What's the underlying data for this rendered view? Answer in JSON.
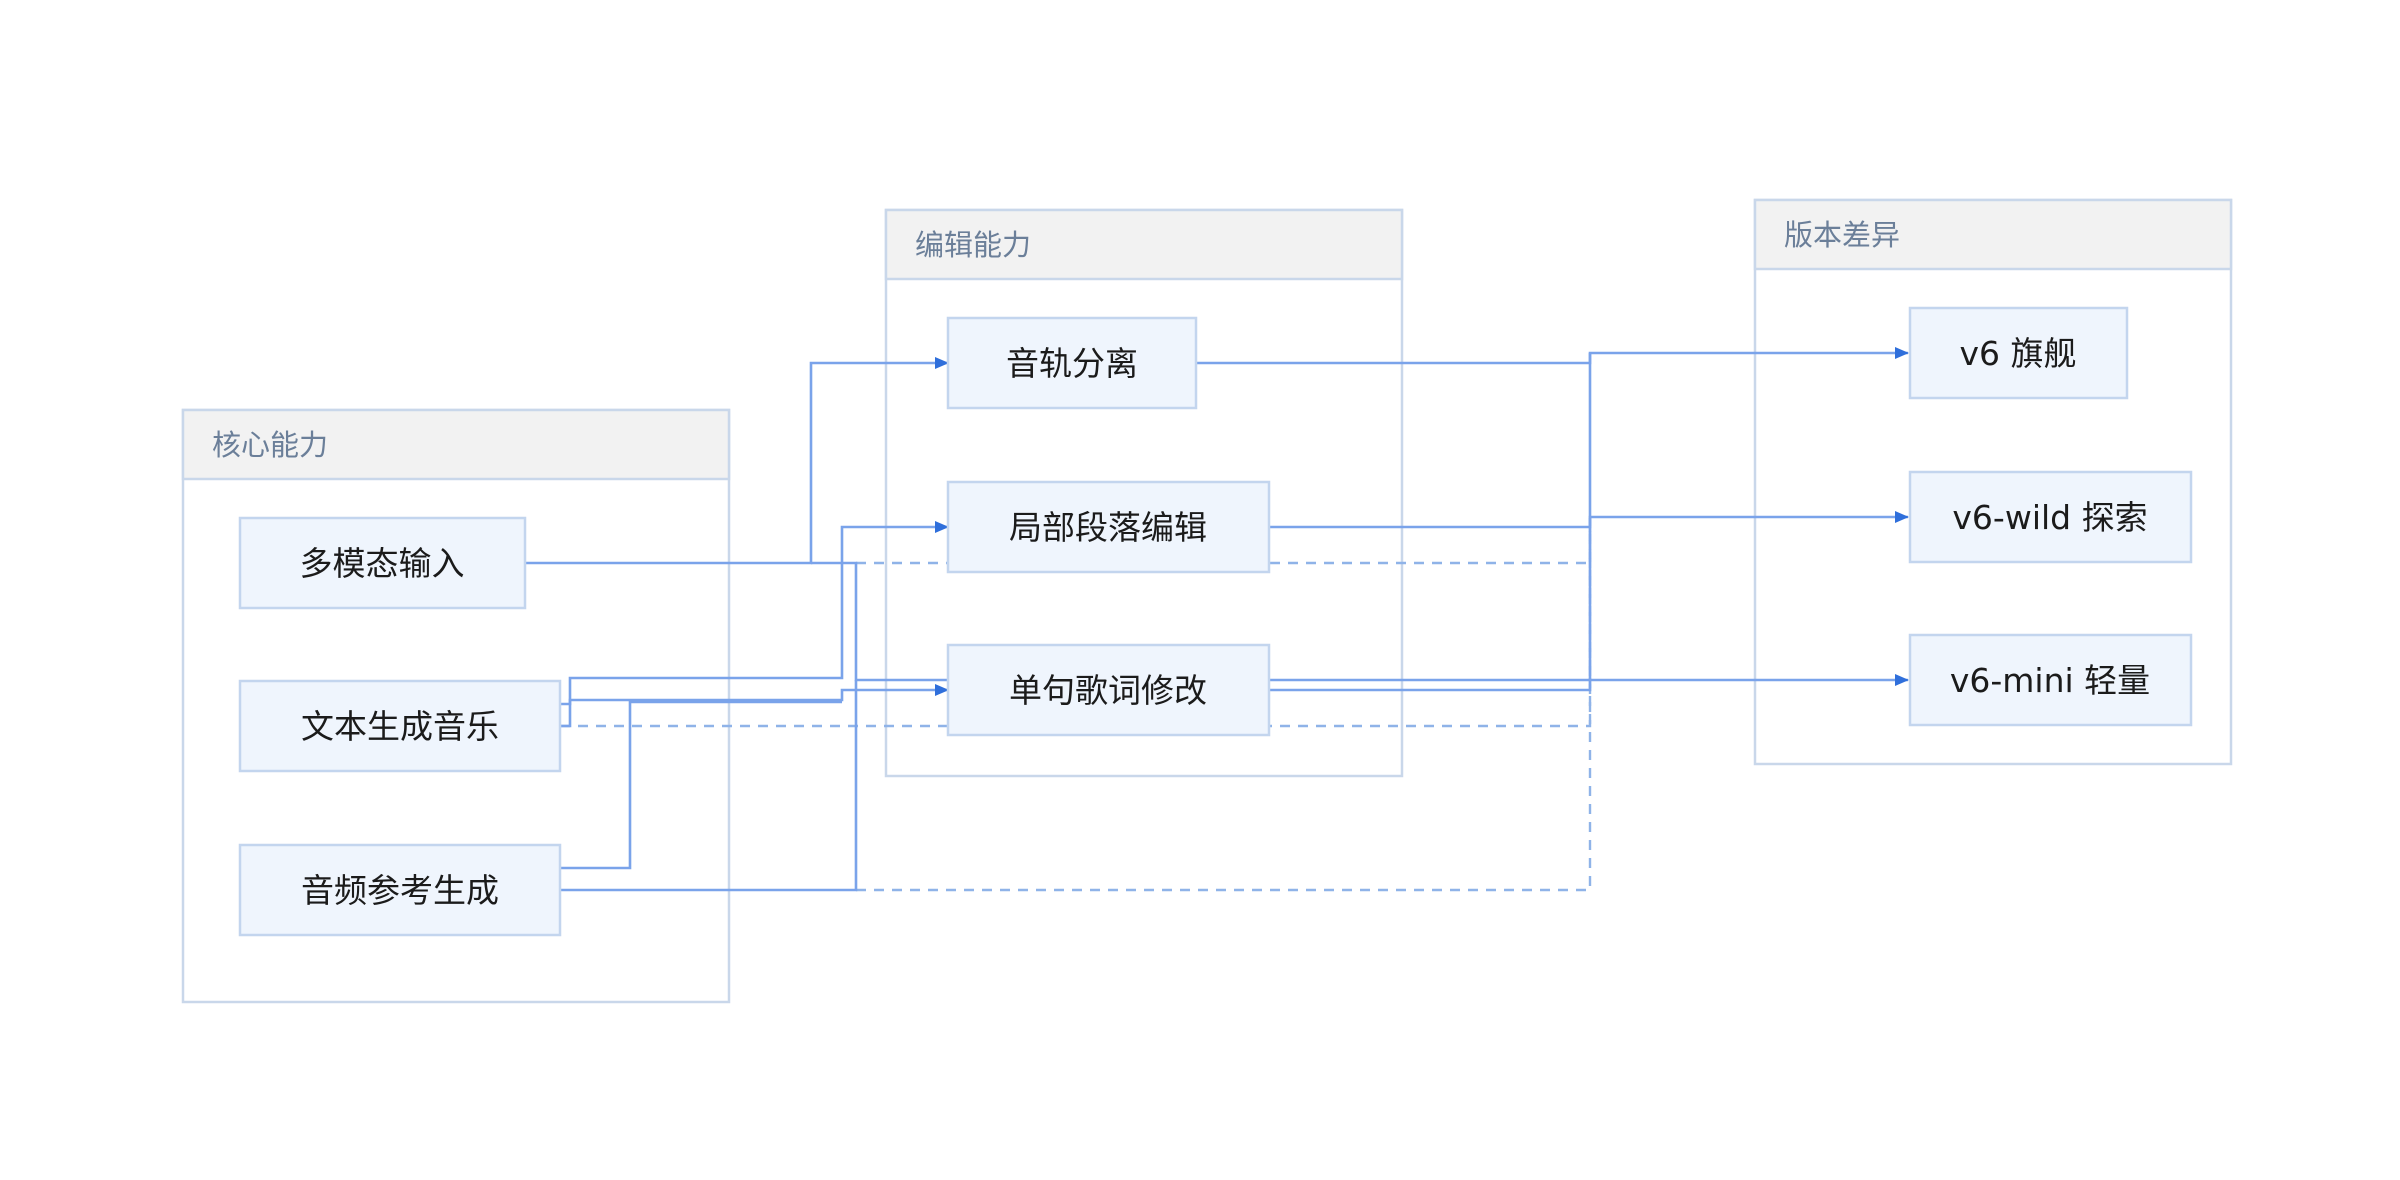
{
  "colors": {
    "accent": "#2f6fdb",
    "edge": "#7aa3ea",
    "node_fill": "#eff5fd",
    "node_border": "#c3d5ee",
    "header_fill": "#f2f2f2",
    "title_text": "#6b7f99"
  },
  "groups": [
    {
      "id": "core",
      "title": "核心能力"
    },
    {
      "id": "edit",
      "title": "编辑能力"
    },
    {
      "id": "version",
      "title": "版本差异"
    }
  ],
  "nodes": [
    {
      "id": "multimodal",
      "group": "core",
      "label": "多模态输入"
    },
    {
      "id": "text2music",
      "group": "core",
      "label": "文本生成音乐"
    },
    {
      "id": "audioref",
      "group": "core",
      "label": "音频参考生成"
    },
    {
      "id": "stems",
      "group": "edit",
      "label": "音轨分离"
    },
    {
      "id": "section_edit",
      "group": "edit",
      "label": "局部段落编辑"
    },
    {
      "id": "lyric_edit",
      "group": "edit",
      "label": "单句歌词修改"
    },
    {
      "id": "v6",
      "group": "version",
      "label": "v6 旗舰"
    },
    {
      "id": "v6wild",
      "group": "version",
      "label": "v6-wild 探索"
    },
    {
      "id": "v6mini",
      "group": "version",
      "label": "v6-mini 轻量"
    }
  ],
  "edges": [
    {
      "from": "multimodal",
      "to": "stems",
      "style": "solid"
    },
    {
      "from": "text2music",
      "to": "section_edit",
      "style": "solid"
    },
    {
      "from": "text2music",
      "to": "lyric_edit",
      "style": "solid"
    },
    {
      "from": "audioref",
      "to": "lyric_edit",
      "style": "solid"
    },
    {
      "from": "multimodal",
      "to": "lyric_edit",
      "style": "solid"
    },
    {
      "from": "audioref",
      "to": "lyric_edit",
      "style": "solid"
    },
    {
      "from": "stems",
      "to": "v6",
      "style": "solid"
    },
    {
      "from": "section_edit",
      "to": "v6wild",
      "style": "solid"
    },
    {
      "from": "lyric_edit",
      "to": "v6mini",
      "style": "solid"
    },
    {
      "from": "lyric_edit",
      "to": "v6",
      "style": "solid"
    },
    {
      "from": "multimodal",
      "to": "v6wild",
      "style": "dashed"
    },
    {
      "from": "text2music",
      "to": "v6wild",
      "style": "dashed"
    },
    {
      "from": "audioref",
      "to": "v6wild",
      "style": "dashed"
    }
  ]
}
